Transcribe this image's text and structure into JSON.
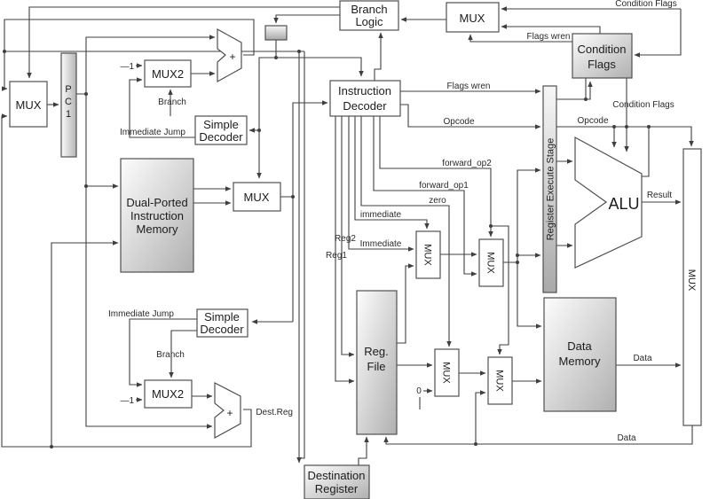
{
  "diagram": {
    "title": "Pipelined CPU datapath block diagram",
    "colors": {
      "wire": "#3f3f3f",
      "box_border": "#4f4f4f",
      "gradient_light": "#fcfcfc",
      "gradient_dark": "#b0b0b0",
      "background": "#ffffff"
    },
    "boxes": {
      "pc_mux": {
        "label": "MUX"
      },
      "pc1": {
        "lines": [
          "P",
          "C",
          "1"
        ]
      },
      "mux2_top": {
        "label": "MUX2"
      },
      "simple_decoder_top": {
        "lines": [
          "Simple",
          "Decoder"
        ]
      },
      "adder_top": {
        "label": "+"
      },
      "pipeline_latch": {
        "label": ""
      },
      "branch_logic": {
        "lines": [
          "Branch",
          "Logic"
        ]
      },
      "flags_mux": {
        "label": "MUX"
      },
      "condition_flags": {
        "lines": [
          "Condition",
          "Flags"
        ]
      },
      "instruction_memory": {
        "lines": [
          "Dual-Ported",
          "Instruction",
          "Memory"
        ]
      },
      "fetch_mux": {
        "label": "MUX"
      },
      "instruction_decoder": {
        "lines": [
          "Instruction",
          "Decoder"
        ]
      },
      "register_execute_stage": {
        "label": "Register Execute Stage"
      },
      "alu": {
        "label": "ALU"
      },
      "operand_mux_a": {
        "label": "MUX"
      },
      "operand_mux_b": {
        "label": "MUX"
      },
      "reg_file": {
        "lines": [
          "Reg.",
          "File"
        ]
      },
      "zero_mux": {
        "label": "MUX"
      },
      "writeback_mux": {
        "label": "MUX"
      },
      "data_memory": {
        "lines": [
          "Data",
          "Memory"
        ]
      },
      "result_mux": {
        "label": "MUX"
      },
      "simple_decoder_bottom": {
        "lines": [
          "Simple",
          "Decoder"
        ]
      },
      "mux2_bottom": {
        "label": "MUX2"
      },
      "adder_bottom": {
        "label": "+"
      },
      "destination_register": {
        "lines": [
          "Destination",
          "Register"
        ]
      }
    },
    "labels": {
      "condition_flags_top": "Condition Flags",
      "flags_wren_top": "Flags wren",
      "flags_wren_decode": "Flags wren",
      "opcode_decode": "Opcode",
      "opcode_execute": "Opcode",
      "condition_flags_right": "Condition Flags",
      "forward_op2": "forward_op2",
      "forward_op1": "forward_op1",
      "zero": "zero",
      "immediate_lower": "immediate",
      "reg2": "Reg2",
      "immediate_upper": "Immediate",
      "reg1": "Reg1",
      "minus_one_top": "—1",
      "branch_top": "Branch",
      "immediate_jump_top": "Immediate Jump",
      "minus_one_bottom": "—1",
      "branch_bottom": "Branch",
      "immediate_jump_bottom": "Immediate Jump",
      "dest_reg": "Dest.Reg",
      "zero_constant": "0",
      "result": "Result",
      "data_memory_out": "Data",
      "data_writeback": "Data"
    }
  }
}
